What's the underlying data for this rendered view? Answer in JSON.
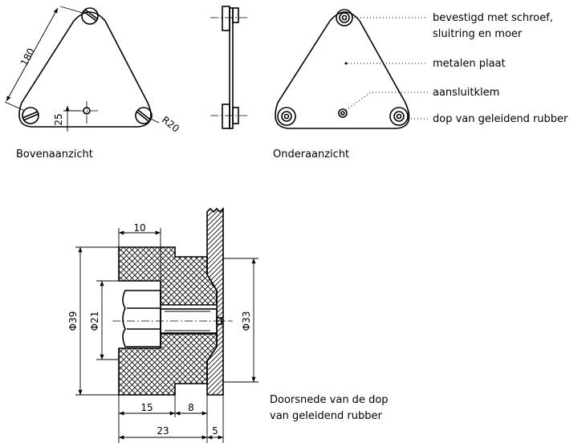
{
  "views": {
    "top": {
      "caption": "Bovenaanzicht",
      "dim_side": "180",
      "dim_offset": "25",
      "dim_radius": "R20"
    },
    "bottom": {
      "caption": "Onderaanzicht",
      "callouts": [
        "bevestigd met schroef,",
        "sluitring en moer",
        "metalen plaat",
        "aansluitklem",
        "dop van geleidend rubber"
      ]
    },
    "section": {
      "caption_line1": "Doorsnede van de dop",
      "caption_line2": "van geleidend rubber",
      "dims": {
        "d39": "Φ39",
        "d21": "Φ21",
        "d33": "Φ33",
        "w10": "10",
        "w15": "15",
        "w8": "8",
        "w23": "23",
        "w5": "5"
      }
    }
  }
}
